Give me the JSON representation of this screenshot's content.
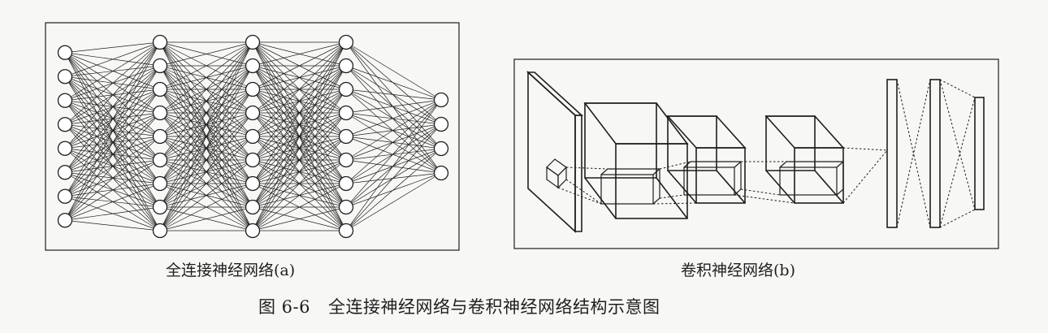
{
  "panel_a": {
    "caption": "全连接神经网络(a)",
    "layers": [
      {
        "neurons": 8
      },
      {
        "neurons": 9
      },
      {
        "neurons": 9
      },
      {
        "neurons": 9
      },
      {
        "neurons": 4
      }
    ]
  },
  "panel_b": {
    "caption": "卷积神经网络(b)",
    "fc_layers": 3
  },
  "figure": {
    "number": "图 6-6",
    "title": "全连接神经网络与卷积神经网络结构示意图"
  },
  "colors": {
    "ink": "#1e1e1e",
    "paper": "#f7f7f5",
    "node_fill": "#ffffff"
  }
}
